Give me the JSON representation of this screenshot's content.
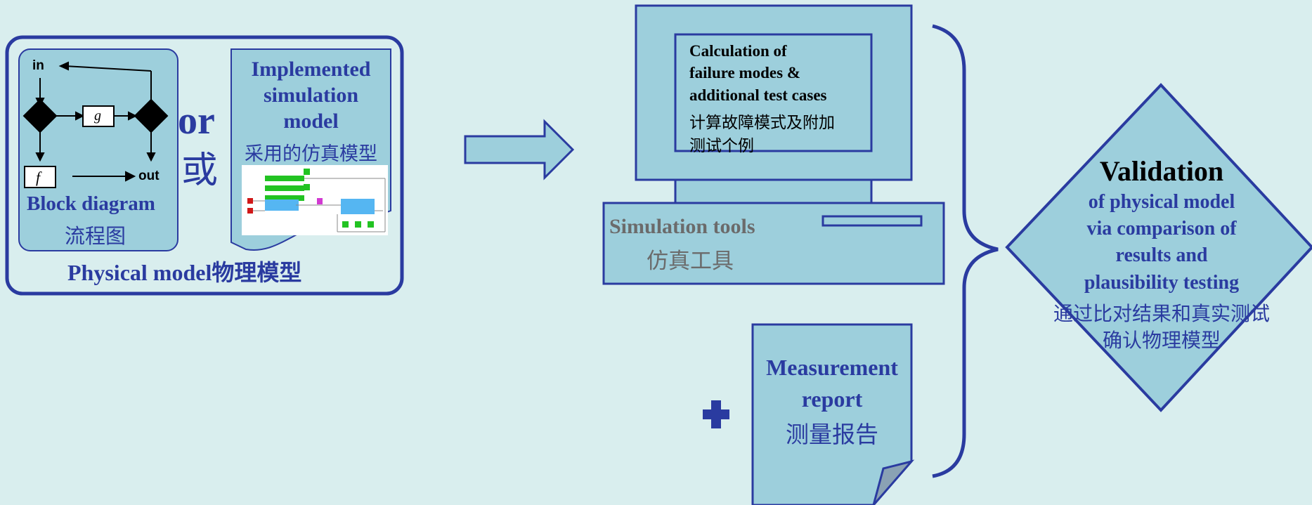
{
  "physical_model": {
    "block_diagram": {
      "in_label": "in",
      "out_label": "out",
      "g_label": "g",
      "f_label": "f",
      "title_en": "Block diagram",
      "title_cn": "流程图"
    },
    "or_en": "or",
    "or_cn": "或",
    "implemented": {
      "line1": "Implemented",
      "line2": "simulation",
      "line3": "model",
      "cn": "采用的仿真模型"
    },
    "caption": "Physical model物理模型"
  },
  "computer": {
    "screen_lines_en": [
      "Calculation of",
      "failure modes &",
      "additional test cases"
    ],
    "screen_lines_cn": [
      "计算故障模式及附加",
      "测试个例"
    ],
    "tools_en": "Simulation tools",
    "tools_cn": "仿真工具"
  },
  "plus_symbol": "✚",
  "report": {
    "line1": "Measurement",
    "line2": "report",
    "cn": "测量报告"
  },
  "validation": {
    "title": "Validation",
    "lines": [
      "of physical model",
      "via comparison of",
      "results and",
      "plausibility testing"
    ],
    "cn1": "通过比对结果和真实测试",
    "cn2": "确认物理模型"
  },
  "colors": {
    "background": "#d9eeee",
    "fill": "#9dcfdc",
    "stroke": "#2a3ba0",
    "green": "#22c322",
    "cyan": "#55b6f2",
    "red": "#d01818",
    "magenta": "#d23ad2"
  }
}
